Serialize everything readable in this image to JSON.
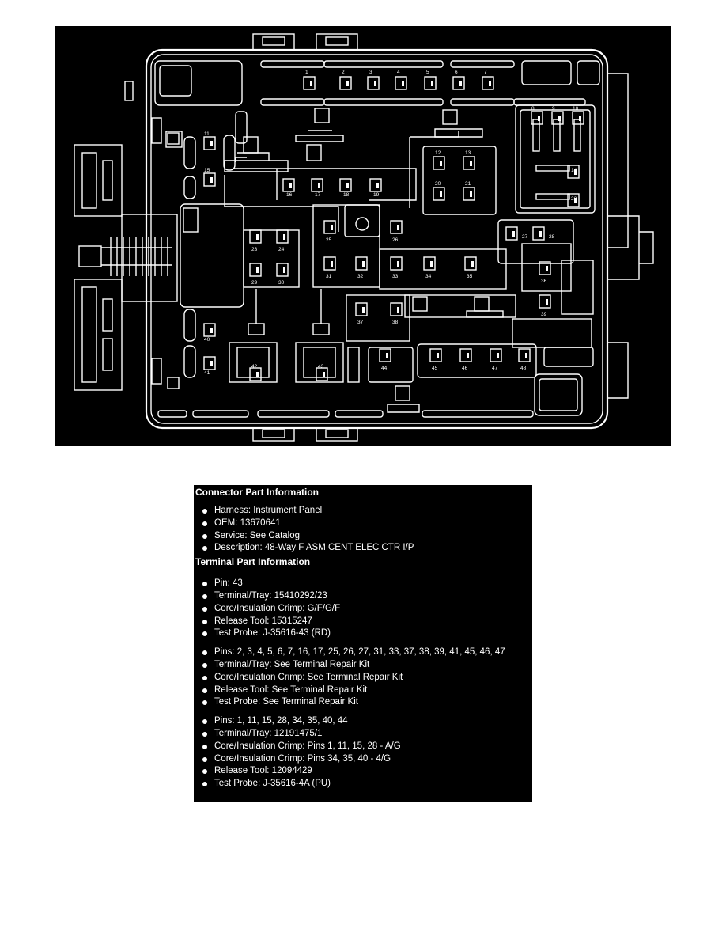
{
  "diagram": {
    "pin_labels": [
      "1",
      "2",
      "3",
      "4",
      "5",
      "6",
      "7",
      "8",
      "9",
      "10",
      "11",
      "12",
      "13",
      "14",
      "15",
      "16",
      "17",
      "18",
      "19",
      "20",
      "21",
      "22",
      "23",
      "24",
      "25",
      "26",
      "27",
      "28",
      "29",
      "30",
      "31",
      "32",
      "33",
      "34",
      "35",
      "36",
      "37",
      "38",
      "39",
      "40",
      "41",
      "42",
      "43",
      "44",
      "45",
      "46",
      "47",
      "48"
    ]
  },
  "connector": {
    "heading": "Connector Part Information",
    "items": [
      "Harness: Instrument Panel",
      "OEM: 13670641",
      "Service: See Catalog",
      "Description: 48-Way F ASM CENT ELEC CTR I/P"
    ]
  },
  "terminal": {
    "heading": "Terminal Part Information",
    "groups": [
      [
        "Pin: 43",
        "Terminal/Tray: 15410292/23",
        "Core/Insulation Crimp: G/F/G/F",
        "Release Tool: 15315247",
        "Test Probe: J-35616-43 (RD)"
      ],
      [
        "Pins: 2, 3, 4, 5, 6, 7, 16, 17, 25, 26, 27, 31, 33, 37, 38, 39, 41, 45, 46, 47",
        "Terminal/Tray: See Terminal Repair Kit",
        "Core/Insulation Crimp: See Terminal Repair Kit",
        "Release Tool: See Terminal Repair Kit",
        "Test Probe: See Terminal Repair Kit"
      ],
      [
        "Pins: 1, 11, 15, 28, 34, 35, 40, 44",
        "Terminal/Tray: 12191475/1",
        "Core/Insulation Crimp: Pins 1, 11, 15, 28 - A/G",
        "Core/Insulation Crimp: Pins 34, 35, 40 - 4/G",
        "Release Tool: 12094429",
        "Test Probe: J-35616-4A (PU)"
      ]
    ]
  }
}
